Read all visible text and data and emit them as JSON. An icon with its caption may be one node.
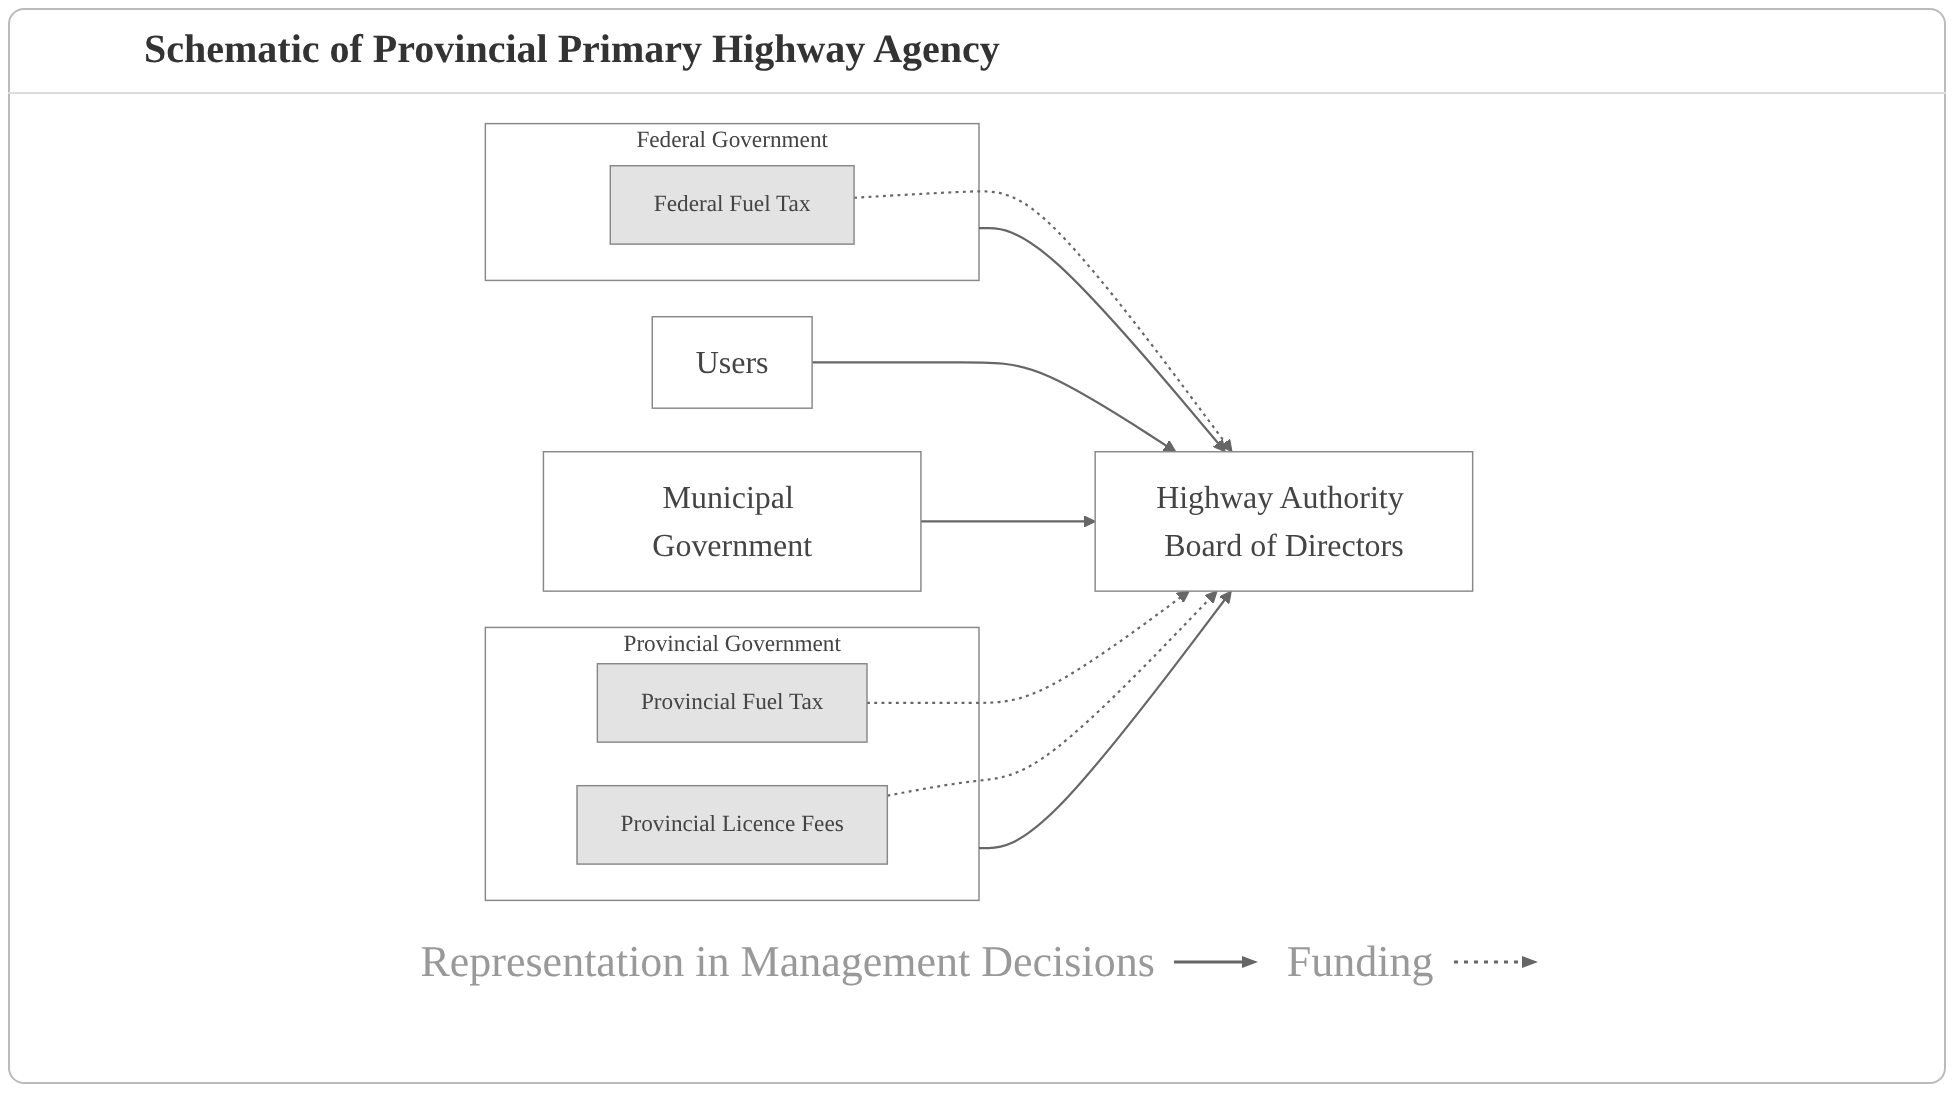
{
  "diagram": {
    "title": "Schematic of Provincial Primary Highway Agency",
    "nodes": [
      {
        "text": [
          "Federal Government"
        ]
      },
      {
        "text": [
          "Federal Fuel Tax"
        ],
        "in": 0
      },
      {
        "text": [
          "Highway Authority Board of Directors"
        ]
      },
      {
        "text": [
          "Provincial Government"
        ]
      },
      {
        "text": [
          "Provincial Fuel Tax"
        ],
        "in": 3
      },
      {
        "text": [
          "Provincial Licence Fees"
        ],
        "in": 3
      },
      {
        "text": [
          "Users"
        ]
      },
      {
        "text": [
          "Municipal Government"
        ]
      }
    ],
    "edges": [
      {
        "from": 0,
        "to": 2,
        "arrow": "to"
      },
      {
        "from": 1,
        "to": 2,
        "arrow": "to",
        "style": "dashed"
      },
      {
        "from": 3,
        "to": 2,
        "arrow": "to"
      },
      {
        "from": 4,
        "to": 2,
        "arrow": "to",
        "style": "dashed"
      },
      {
        "from": 5,
        "to": 2,
        "arrow": "to",
        "style": "dashed"
      },
      {
        "from": 6,
        "to": 2,
        "arrow": "to"
      },
      {
        "from": 7,
        "to": 2,
        "arrow": "to"
      }
    ],
    "legend": [
      {
        "text": "Representation in Management Decisions"
      },
      {
        "text": "Funding"
      }
    ]
  }
}
